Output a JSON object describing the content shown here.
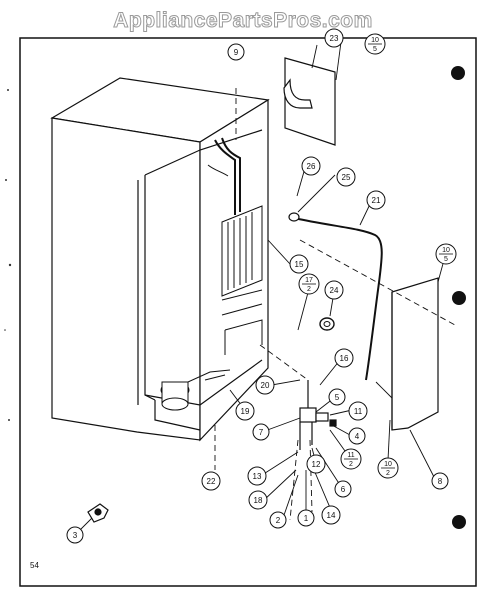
{
  "watermark": "AppliancePartsPros.com",
  "page_number": "54",
  "callouts": [
    {
      "id": "c9",
      "text": "9"
    },
    {
      "id": "c23",
      "text": "23"
    },
    {
      "id": "c26",
      "text": "26"
    },
    {
      "id": "c25",
      "text": "25"
    },
    {
      "id": "c21",
      "text": "21"
    },
    {
      "id": "c15",
      "text": "15"
    },
    {
      "id": "c24",
      "text": "24"
    },
    {
      "id": "c16",
      "text": "16"
    },
    {
      "id": "c5",
      "text": "5"
    },
    {
      "id": "c20",
      "text": "20"
    },
    {
      "id": "c19",
      "text": "19"
    },
    {
      "id": "c11",
      "text": "11"
    },
    {
      "id": "c7",
      "text": "7"
    },
    {
      "id": "c4",
      "text": "4"
    },
    {
      "id": "c8",
      "text": "8"
    },
    {
      "id": "c13",
      "text": "13"
    },
    {
      "id": "c12",
      "text": "12"
    },
    {
      "id": "c6",
      "text": "6"
    },
    {
      "id": "c22",
      "text": "22"
    },
    {
      "id": "c18",
      "text": "18"
    },
    {
      "id": "c2",
      "text": "2"
    },
    {
      "id": "c1",
      "text": "1"
    },
    {
      "id": "c14",
      "text": "14"
    },
    {
      "id": "c3",
      "text": "3"
    }
  ],
  "fractions": [
    {
      "id": "f10_5a",
      "num": "10",
      "den": "5"
    },
    {
      "id": "f10_5b",
      "num": "10",
      "den": "5"
    },
    {
      "id": "f17_2",
      "num": "17",
      "den": "2"
    },
    {
      "id": "f11_2",
      "num": "11",
      "den": "2"
    },
    {
      "id": "f10_2",
      "num": "10",
      "den": "2"
    }
  ]
}
